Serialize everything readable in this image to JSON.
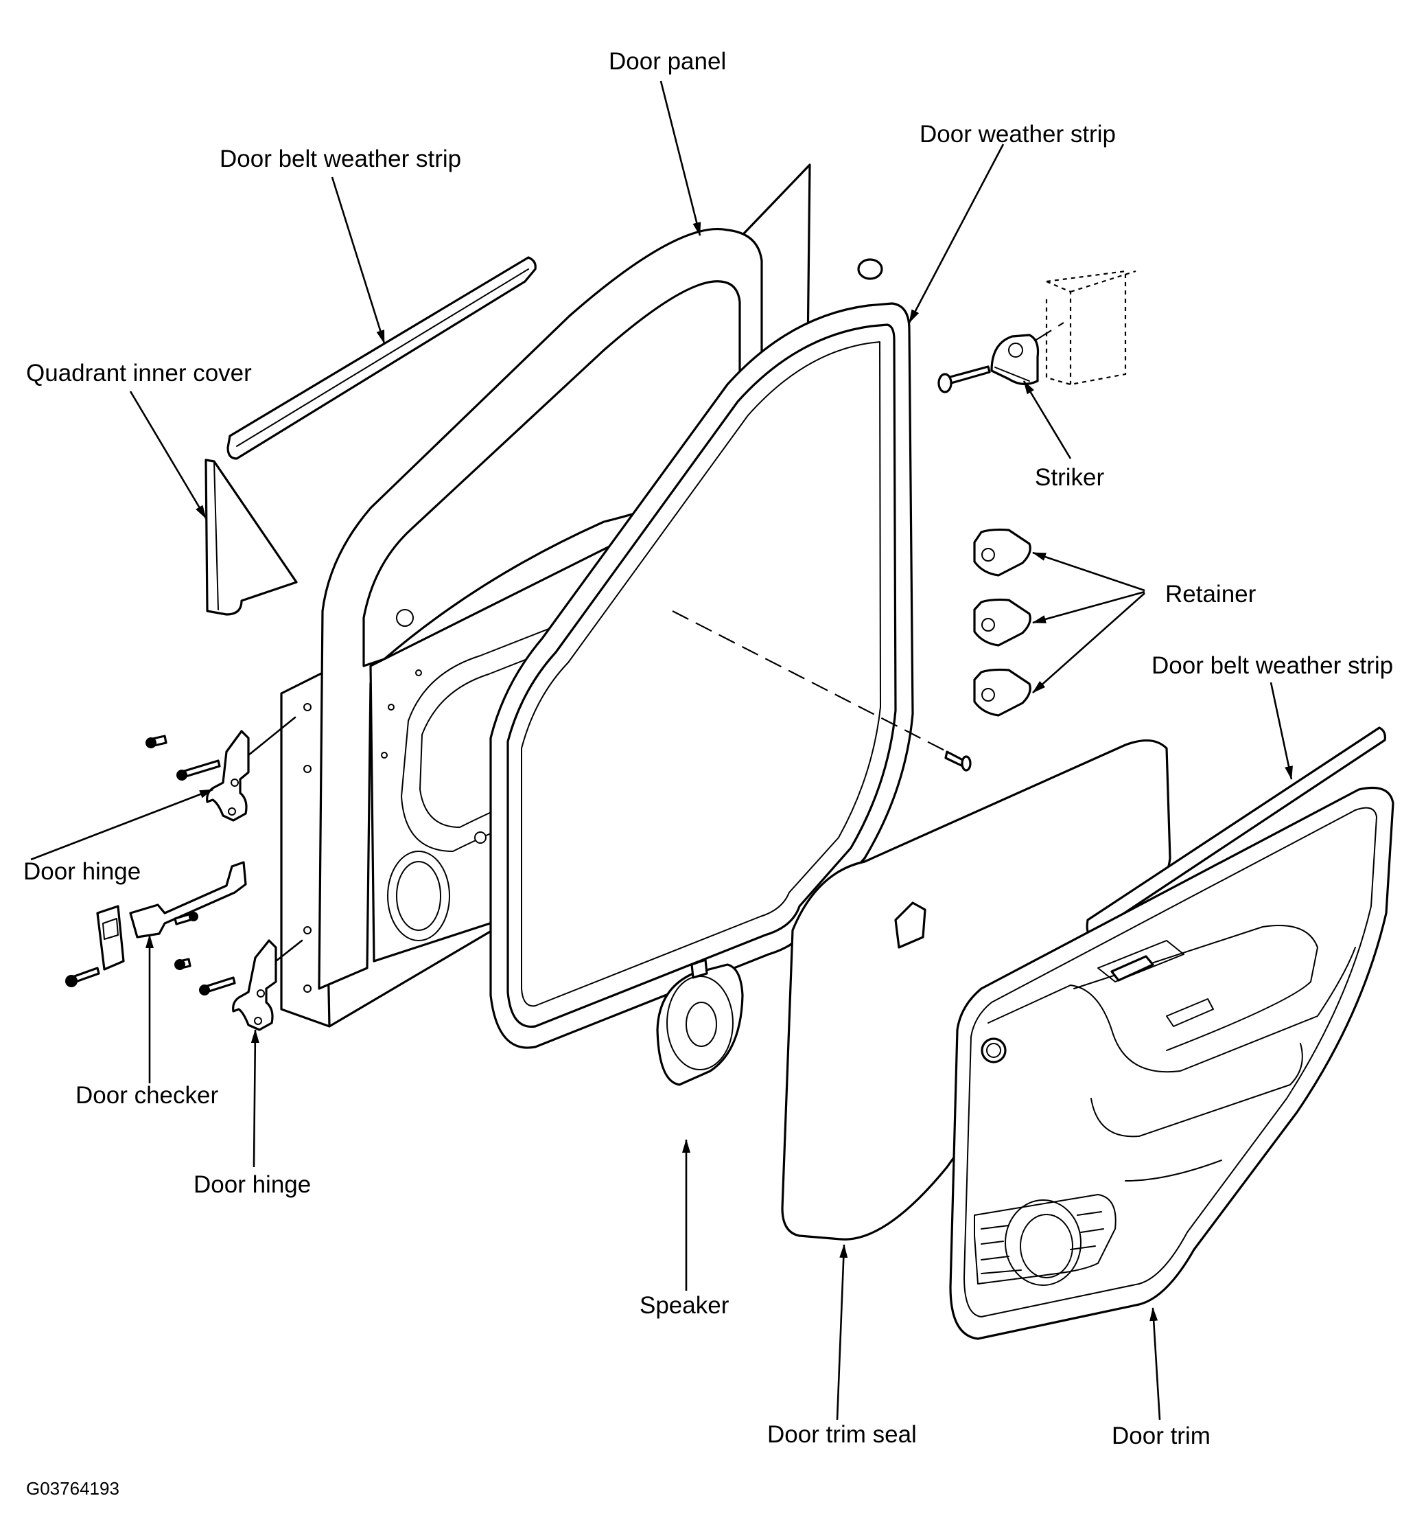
{
  "diagram": {
    "labels": {
      "door_panel": "Door panel",
      "door_belt_weather_strip_top": "Door belt weather strip",
      "door_weather_strip": "Door weather strip",
      "quadrant_inner_cover": "Quadrant inner cover",
      "striker": "Striker",
      "retainer": "Retainer",
      "door_belt_weather_strip_right": "Door belt weather strip",
      "door_hinge_upper": "Door hinge",
      "door_checker": "Door checker",
      "door_hinge_lower": "Door hinge",
      "speaker": "Speaker",
      "door_trim_seal": "Door trim seal",
      "door_trim": "Door trim",
      "figure_code": "G03764193"
    }
  }
}
